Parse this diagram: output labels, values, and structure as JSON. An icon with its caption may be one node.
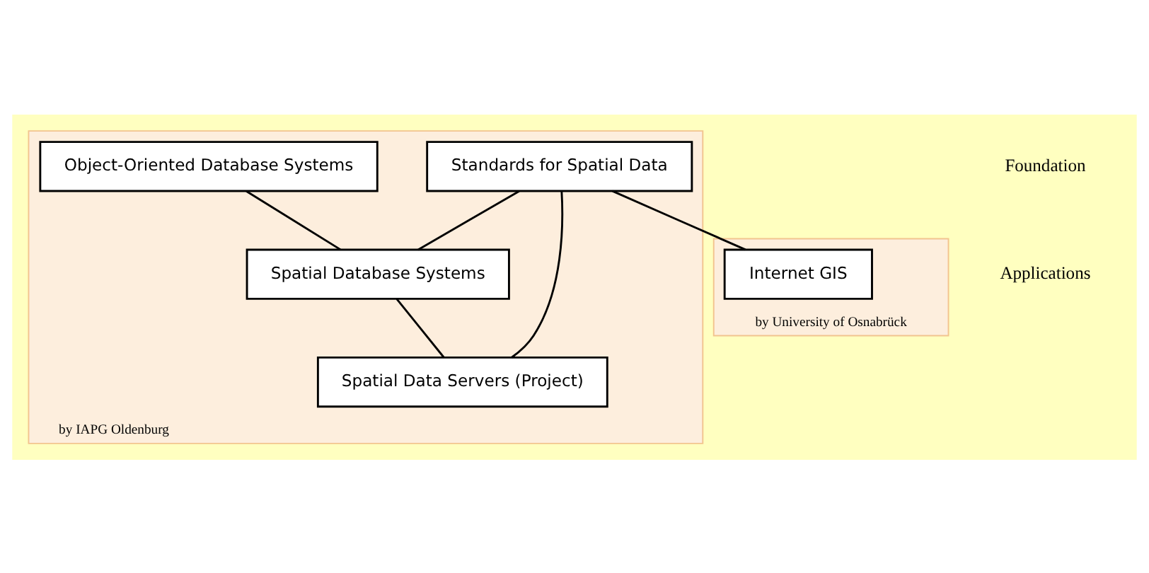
{
  "diagram": {
    "nodes": [
      {
        "text": [
          "by IAPG Oldenburg"
        ]
      },
      {
        "text": [
          "Standards for Spatial Data"
        ],
        "in": 0
      },
      {
        "text": [
          "Object-Oriented Database Systems"
        ],
        "in": 0
      },
      {
        "text": [
          "Spatial Database Systems"
        ],
        "in": 0
      },
      {
        "text": [
          "by University of Osnabrück"
        ]
      },
      {
        "text": [
          "Internet GIS"
        ],
        "in": 4
      },
      {
        "text": [
          "Spatial Data Servers (Project)"
        ],
        "in": 0
      }
    ],
    "edges": [
      {
        "from": 1,
        "to": 5,
        "arrow": "none"
      },
      {
        "from": 1,
        "to": 3,
        "arrow": "none"
      },
      {
        "from": 1,
        "to": 6,
        "arrow": "none"
      },
      {
        "from": 2,
        "to": 3,
        "arrow": "none"
      },
      {
        "from": 3,
        "to": 6,
        "arrow": "none"
      }
    ],
    "labels": [
      "Foundation",
      "Applications"
    ]
  }
}
